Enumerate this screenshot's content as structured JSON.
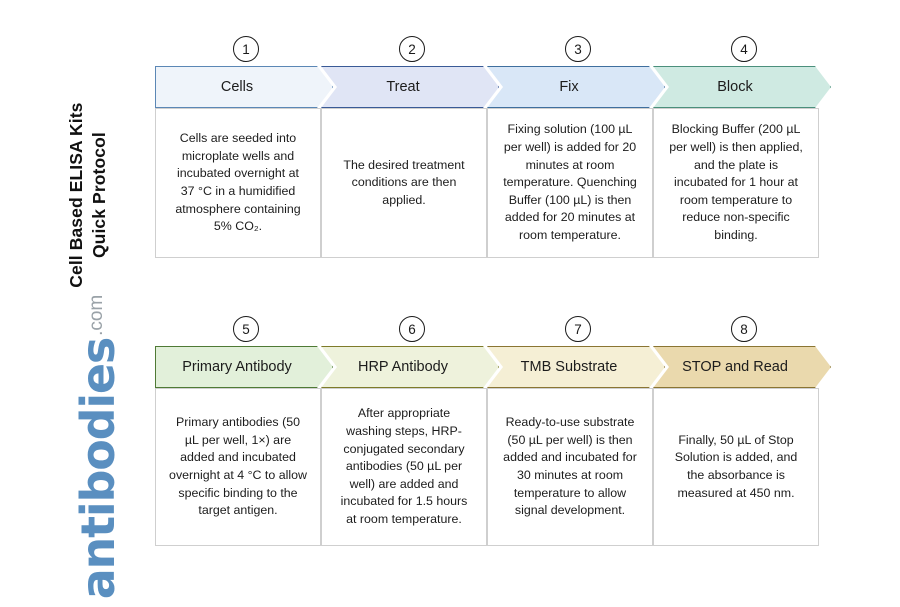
{
  "title": {
    "line1": "Cell Based ELISA Kits",
    "line2": "Quick Protocol"
  },
  "brand": {
    "name": "antibodies",
    "tld": ".com",
    "name_color": "#5a8fc0",
    "tld_color": "#9aa2a8"
  },
  "diagram_data": {
    "type": "flowchart",
    "layout": "two-rows-of-four-chevrons",
    "steps": [
      {
        "number": "1",
        "label": "Cells",
        "body": "Cells are seeded into microplate wells and incubated overnight at 37 °C in a humidified atmosphere containing 5% CO₂.",
        "fill": "#eff4fa",
        "stroke": "#5b87b5"
      },
      {
        "number": "2",
        "label": "Treat",
        "body": "The desired treatment conditions are then applied.",
        "fill": "#e0e5f5",
        "stroke": "#3a5a96"
      },
      {
        "number": "3",
        "label": "Fix",
        "body": "Fixing solution (100 µL per well) is added for 20 minutes at room temperature. Quenching Buffer (100 µL) is then added for 20 minutes at room temperature.",
        "fill": "#d9e7f7",
        "stroke": "#3f6f9e"
      },
      {
        "number": "4",
        "label": "Block",
        "body": "Blocking Buffer (200 µL per well) is then applied, and the plate is incubated for 1 hour at room temperature to reduce non-specific binding.",
        "fill": "#cfeae2",
        "stroke": "#4b8f7c"
      },
      {
        "number": "5",
        "label": "Primary Antibody",
        "body": "Primary antibodies (50 µL per well, 1×) are added and incubated overnight at 4 °C to allow specific binding to the target antigen.",
        "fill": "#e2f0da",
        "stroke": "#4f7a35"
      },
      {
        "number": "6",
        "label": "HRP Antibody",
        "body": "After appropriate washing steps, HRP-conjugated secondary antibodies (50 µL per well) are added and incubated for 1.5 hours at room temperature.",
        "fill": "#eef2dc",
        "stroke": "#7e7b2a"
      },
      {
        "number": "7",
        "label": "TMB Substrate",
        "body": "Ready-to-use substrate (50 µL per well) is then added and incubated for 30 minutes at room temperature to allow signal development.",
        "fill": "#f5efd5",
        "stroke": "#8a7533"
      },
      {
        "number": "8",
        "label": "STOP and Read",
        "body": "Finally, 50 µL of Stop Solution is added, and the absorbance is measured at 450 nm.",
        "fill": "#ead9ad",
        "stroke": "#8a7533"
      }
    ]
  }
}
